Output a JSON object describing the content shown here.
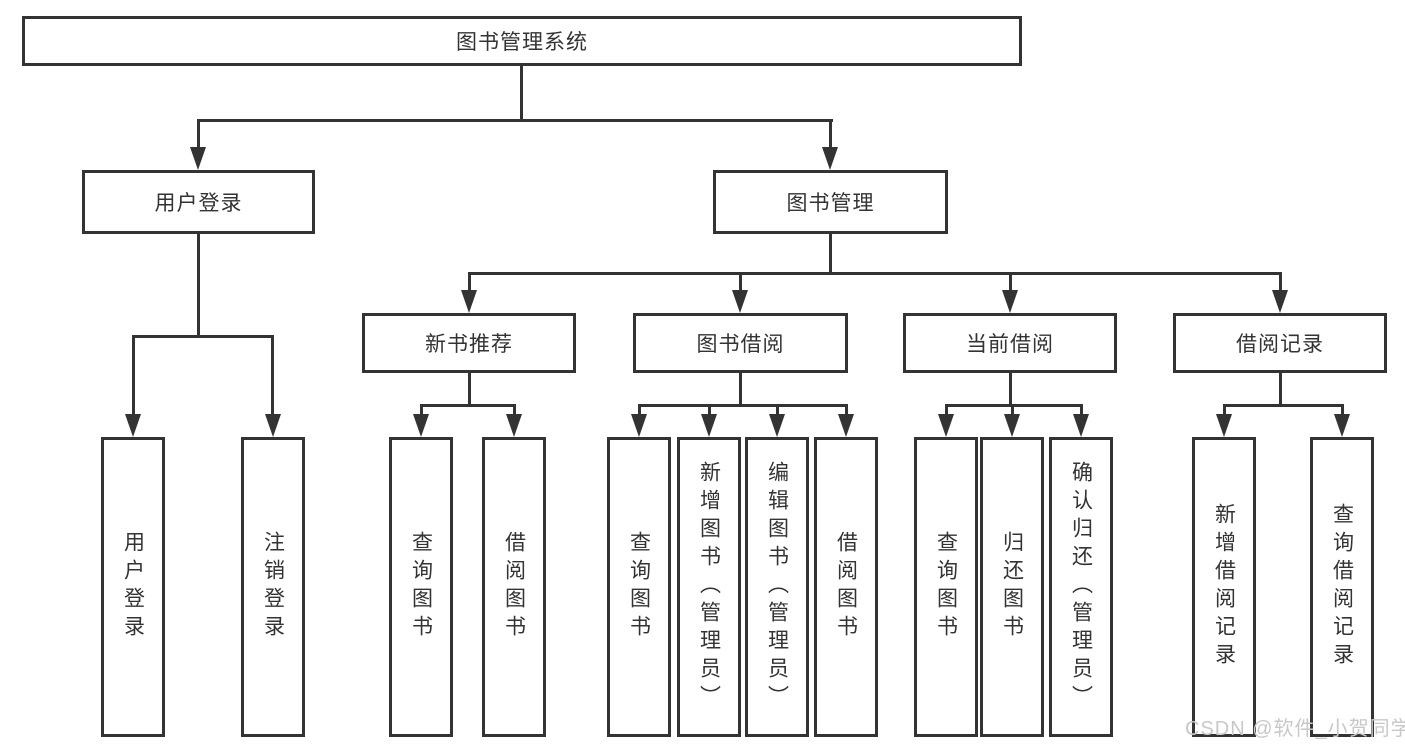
{
  "diagram": {
    "root": {
      "label": "图书管理系统"
    },
    "level2": [
      {
        "label": "用户登录"
      },
      {
        "label": "图书管理"
      }
    ],
    "level3": [
      {
        "label": "新书推荐"
      },
      {
        "label": "图书借阅"
      },
      {
        "label": "当前借阅"
      },
      {
        "label": "借阅记录"
      }
    ],
    "leaves": {
      "user_login": [
        "用户登录",
        "注销登录"
      ],
      "new_books": [
        "查询图书",
        "借阅图书"
      ],
      "book_borrow": [
        "查询图书",
        "新增图书（管理员）",
        "编辑图书（管理员）",
        "借阅图书"
      ],
      "current_borrow": [
        "查询图书",
        "归还图书",
        "确认归还（管理员）"
      ],
      "borrow_records": [
        "新增借阅记录",
        "查询借阅记录"
      ]
    }
  },
  "watermark": {
    "text": "CSDN @软件_小贺同学"
  },
  "colors": {
    "line": "#333333",
    "box_border": "#333333",
    "text": "#333333",
    "background": "#ffffff",
    "watermark": "#c8c8c8"
  }
}
